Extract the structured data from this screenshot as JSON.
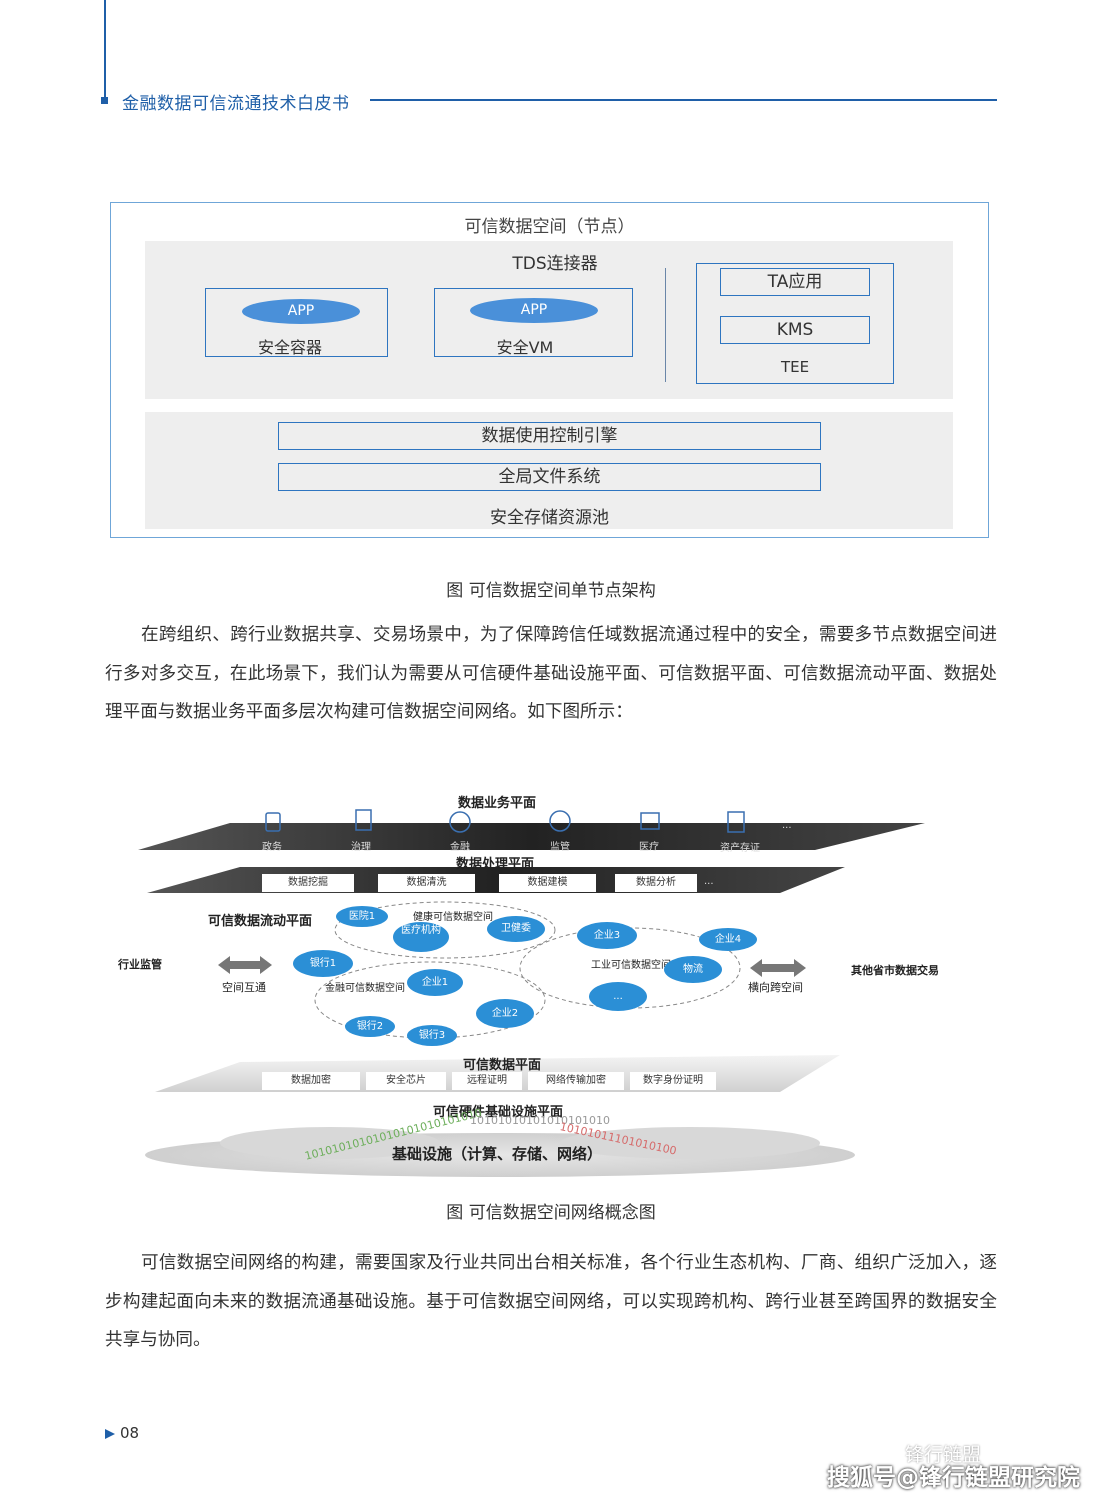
{
  "header": {
    "title": "金融数据可信流通技术白皮书"
  },
  "figure1": {
    "title": "可信数据空间（节点）",
    "connector": "TDS连接器",
    "app1": "APP",
    "container": "安全容器",
    "app2": "APP",
    "vm": "安全VM",
    "ta_app": "TA应用",
    "kms": "KMS",
    "tee": "TEE",
    "engine": "数据使用控制引擎",
    "fs": "全局文件系统",
    "pool": "安全存储资源池",
    "caption": "图 可信数据空间单节点架构"
  },
  "para1": "在跨组织、跨行业数据共享、交易场景中，为了保障跨信任域数据流通过程中的安全，需要多节点数据空间进行多对多交互，在此场景下，我们认为需要从可信硬件基础设施平面、可信数据平面、可信数据流动平面、数据处理平面与数据业务平面多层次构建可信数据空间网络。如下图所示：",
  "figure2": {
    "business_plane": "数据业务平面",
    "business_items": [
      "政务",
      "治理",
      "金融",
      "监管",
      "医疗",
      "资产存证",
      "..."
    ],
    "processing_plane": "数据处理平面",
    "processing_items": [
      "数据挖掘",
      "数据清洗",
      "数据建模",
      "数据分析",
      "..."
    ],
    "flow_plane": "可信数据流动平面",
    "left_label": "行业监管",
    "left_arrow": "空间互通",
    "right_label": "其他省市数据交易",
    "right_arrow": "横向跨空间",
    "health_space": "健康可信数据空间",
    "finance_space": "金融可信数据空间",
    "industry_space": "工业可信数据空间",
    "nodes": {
      "hospital": "医院1",
      "medical": "医疗机构",
      "health": "卫健委",
      "bank1": "银行1",
      "bank2": "银行2",
      "bank3": "银行3",
      "ent1": "企业1",
      "ent2": "企业2",
      "ent3": "企业3",
      "ent4": "企业4",
      "logistics": "物流",
      "more": "..."
    },
    "data_plane": "可信数据平面",
    "data_items": [
      "数据加密",
      "安全芯片",
      "远程证明",
      "网络传输加密",
      "数字身份证明"
    ],
    "hw_plane": "可信硬件基础设施平面",
    "infra": "基础设施（计算、存储、网络）",
    "binary_left": "10101010101010101010101010",
    "binary_mid": "10101010101010101010",
    "binary_right": "10101011101010100",
    "caption": "图 可信数据空间网络概念图"
  },
  "para2": "可信数据空间网络的构建，需要国家及行业共同出台相关标准，各个行业生态机构、厂商、组织广泛加入，逐步构建起面向未来的数据流通基础设施。基于可信数据空间网络，可以实现跨机构、跨行业甚至跨国界的数据安全共享与协同。",
  "footer": {
    "page": "08"
  },
  "watermark": {
    "small": "锋行链盟",
    "main": "搜狐号@锋行链盟研究院"
  },
  "colors": {
    "accent": "#1f5fa8",
    "node": "#2b8fd6",
    "app": "#4a90d9"
  }
}
